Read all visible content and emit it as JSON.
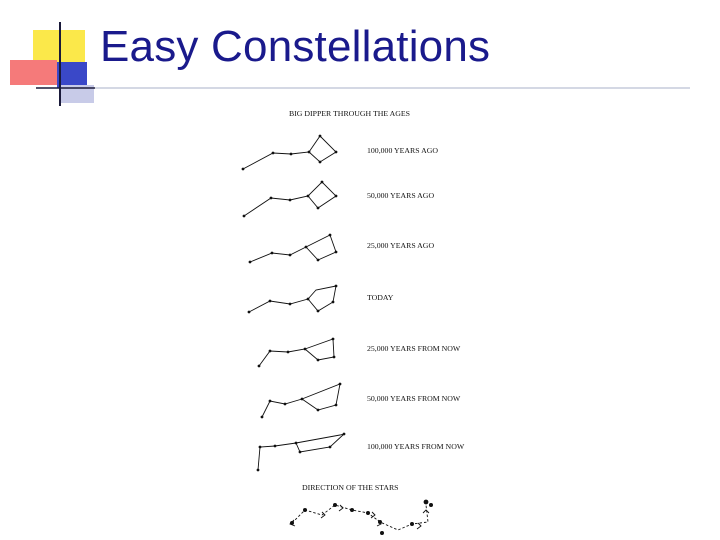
{
  "slide": {
    "title": "Easy Constellations"
  },
  "figure": {
    "heading": "BIG DIPPER THROUGH THE AGES",
    "rows": [
      {
        "label": "100,000 YEARS AGO"
      },
      {
        "label": "50,000 YEARS AGO"
      },
      {
        "label": "25,000 YEARS AGO"
      },
      {
        "label": "TODAY"
      },
      {
        "label": "25,000 YEARS FROM NOW"
      },
      {
        "label": "50,000 YEARS FROM NOW"
      },
      {
        "label": "100,000 YEARS FROM NOW"
      }
    ],
    "direction_heading": "DIRECTION OF THE STARS"
  },
  "colors": {
    "title": "#1a1a8c",
    "accent_yellow": "#fbe84a",
    "accent_red": "#f57a7a",
    "accent_blue": "#3a48c8",
    "rule_line": "#aab0c8",
    "ink": "#111111"
  }
}
